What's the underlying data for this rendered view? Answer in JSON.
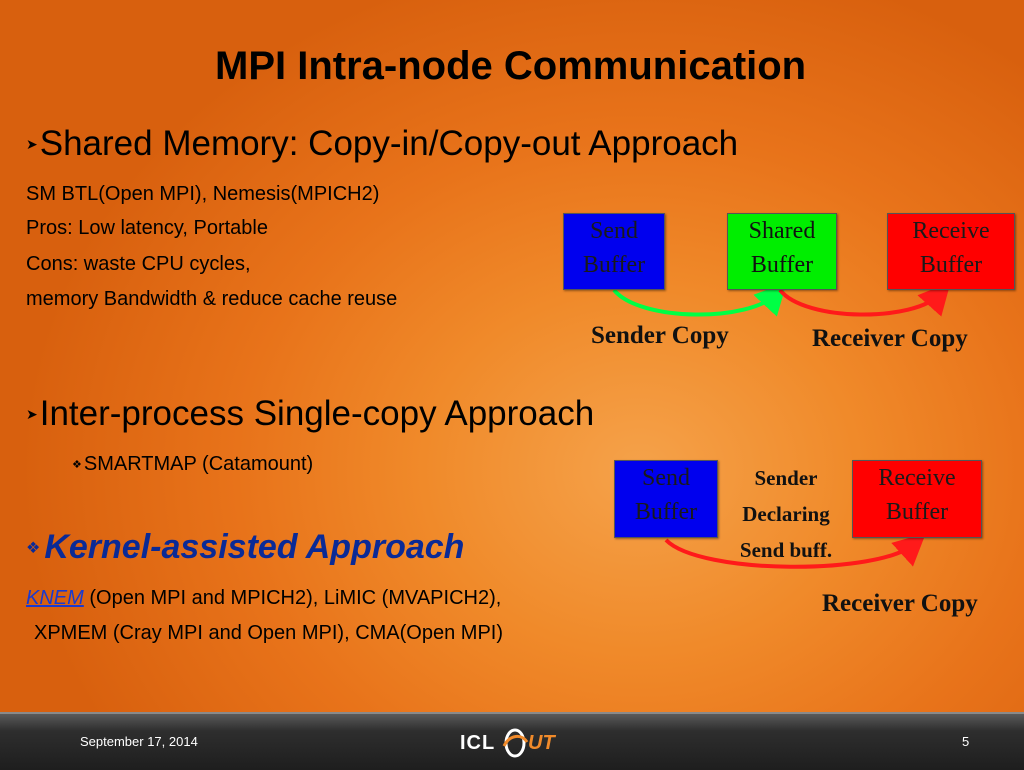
{
  "title": "MPI Intra-node Communication",
  "section1": {
    "heading": "Shared Memory: Copy-in/Copy-out Approach",
    "lines": [
      "SM BTL(Open MPI),  Nemesis(MPICH2)",
      "Pros: Low latency, Portable",
      "Cons: waste CPU cycles,",
      "memory Bandwidth &  reduce cache reuse"
    ]
  },
  "section2": {
    "heading": "Inter-process Single-copy Approach",
    "sub": "SMARTMAP (Catamount)"
  },
  "section3": {
    "heading": "Kernel-assisted Approach",
    "knem": "KNEM",
    "line1_rest": " (Open MPI and MPICH2), LiMIC (MVAPICH2),",
    "line2": "XPMEM (Cray MPI and Open MPI),  CMA(Open MPI)"
  },
  "diagram1": {
    "send": [
      "Send",
      "Buffer"
    ],
    "shared": [
      "Shared",
      "Buffer"
    ],
    "receive": [
      "Receive",
      "Buffer"
    ],
    "sender_copy": "Sender Copy",
    "receiver_copy": "Receiver Copy"
  },
  "diagram2": {
    "send": [
      "Send",
      "Buffer"
    ],
    "receive": [
      "Receive",
      "Buffer"
    ],
    "sender_declaring": [
      "Sender",
      "Declaring",
      "Send buff."
    ],
    "receiver_copy": "Receiver Copy"
  },
  "footer": {
    "date": "September 17, 2014",
    "page": "5",
    "logo_left": "ICL",
    "logo_right": "UT"
  },
  "colors": {
    "send_box": "#0000ee",
    "shared_box": "#00ee00",
    "receive_box": "#ff0000",
    "green_arc": "#00ff44",
    "red_arc": "#ff1a1a"
  },
  "icons": {
    "bullet": "arrowhead-bullet-icon",
    "sub_bullet": "diamond-bullet-icon",
    "logo": "icl-ut-logo-icon"
  }
}
